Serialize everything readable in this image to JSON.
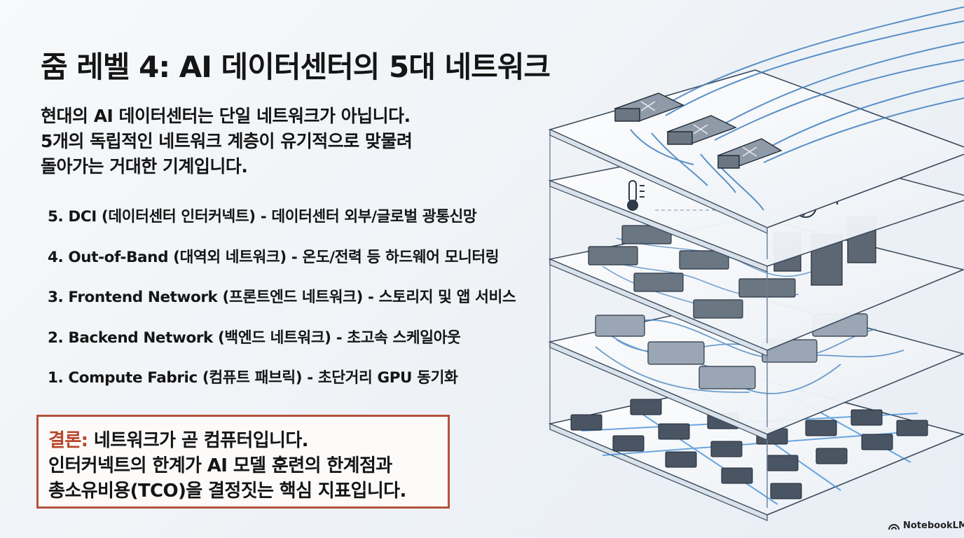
{
  "title": "줌 레벨 4: AI 데이터센터의 5대 네트워크",
  "intro": [
    "현대의 AI 데이터센터는 단일 네트워크가 아닙니다.",
    "5개의 독립적인 네트워크 계층이 유기적으로 맞물려",
    "돌아가는 거대한 기계입니다."
  ],
  "layers": [
    "5. DCI (데이터센터 인터커넥트) - 데이터센터 외부/글로벌 광통신망",
    "4. Out-of-Band (대역외 네트워크) - 온도/전력 등 하드웨어 모니터링",
    "3. Frontend Network (프론트엔드 네트워크) - 스토리지 및 앱 서비스",
    "2. Backend Network (백엔드 네트워크) - 초고속 스케일아웃",
    "1. Compute Fabric (컴퓨트 패브릭) - 초단거리 GPU 동기화"
  ],
  "conclusion": {
    "label": "결론:",
    "line1": "네트워크가 곧 컴퓨터입니다.",
    "line2": "인터커넥트의 한계가 AI 모델 훈련의 한계점과",
    "line3": "총소유비용(TCO)을 결정짓는 핵심 지표입니다."
  },
  "brand": "NotebookLM",
  "colors": {
    "accent": "#b8452a",
    "cable": "#3f7fbf",
    "platform": "#f6f8fb",
    "outline": "#3a4a5c"
  },
  "icons": [
    "thermometer-icon",
    "power-bolt-icon",
    "power-plug-icon",
    "notebooklm-logo-icon"
  ]
}
